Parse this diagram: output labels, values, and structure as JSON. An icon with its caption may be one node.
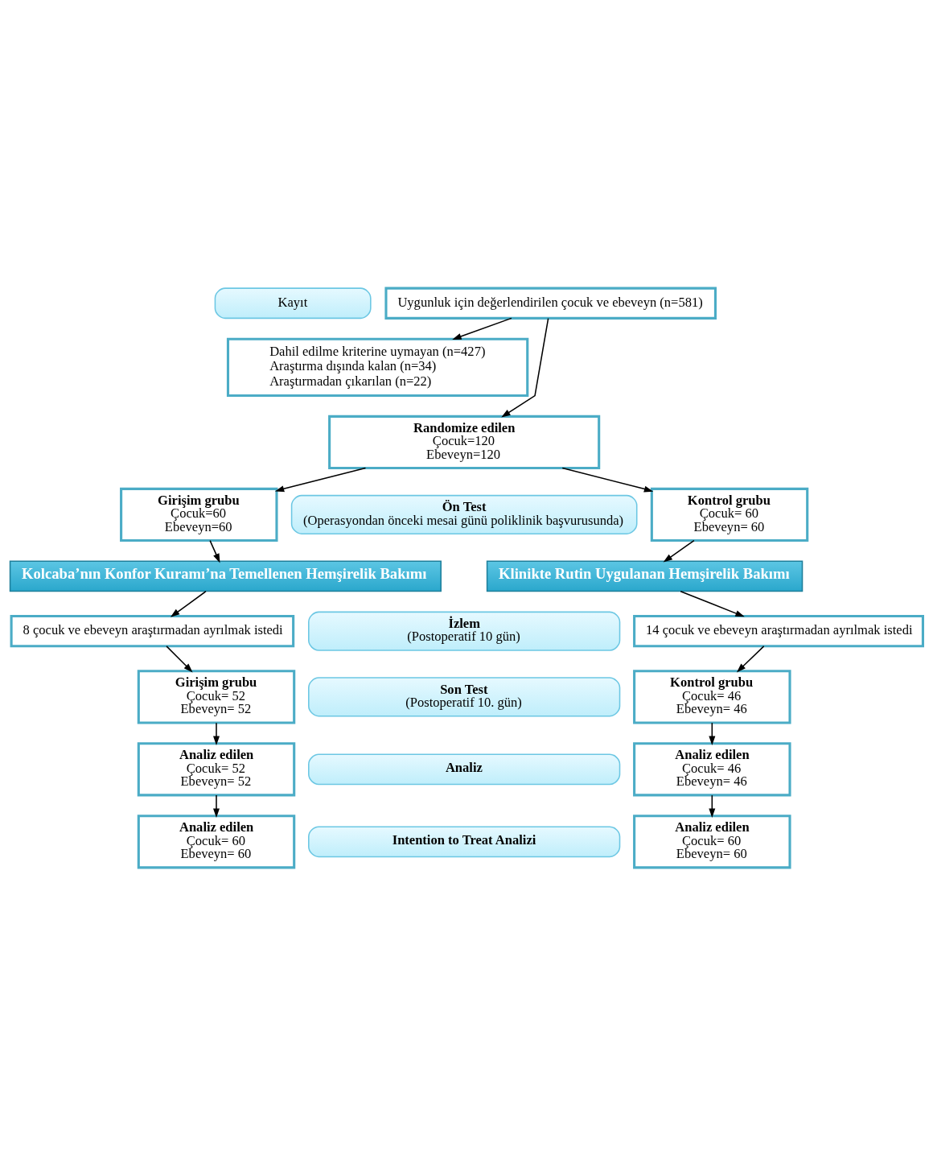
{
  "diagram": {
    "nodes": [
      {
        "text": [
          "Uygunluk için değerlendirilen çocuk ve ebeveyn (n=581)"
        ]
      },
      {
        "text": [
          "Kayıt"
        ]
      },
      {
        "text": [
          "Dahil edilme kriterine uymayan (n=427)",
          "Araştırma dışında kalan (n=34)",
          "Araştırmadan çıkarılan (n=22)"
        ]
      },
      {
        "text": [
          "Randomize edilen",
          "Çocuk=120",
          "Ebeveyn=120"
        ]
      },
      {
        "text": [
          "Girişim grubu",
          "Çocuk=60",
          "Ebeveyn=60"
        ]
      },
      {
        "text": [
          "Ön Test",
          "(Operasyondan önceki mesai günü poliklinik başvurusunda)"
        ]
      },
      {
        "text": [
          "Kontrol grubu",
          "Çocuk= 60",
          "Ebeveyn= 60"
        ]
      },
      {
        "text": [
          "Kolcaba’nın Konfor Kuramı’na Temellenen Hemşirelik Bakımı"
        ]
      },
      {
        "text": [
          "Klinikte Rutin Uygulanan Hemşirelik Bakımı"
        ]
      },
      {
        "text": [
          "8 çocuk ve ebeveyn araştırmadan ayrılmak istedi"
        ]
      },
      {
        "text": [
          "İzlem",
          "(Postoperatif 10 gün)"
        ]
      },
      {
        "text": [
          "14 çocuk ve ebeveyn araştırmadan ayrılmak istedi"
        ]
      },
      {
        "text": [
          "Girişim grubu",
          "Çocuk= 52",
          "Ebeveyn= 52"
        ]
      },
      {
        "text": [
          "Son Test",
          "(Postoperatif 10. gün)"
        ]
      },
      {
        "text": [
          "Kontrol grubu",
          "Çocuk= 46",
          "Ebeveyn= 46"
        ]
      },
      {
        "text": [
          "Analiz edilen",
          "Çocuk= 52",
          "Ebeveyn= 52"
        ]
      },
      {
        "text": [
          "Analiz"
        ]
      },
      {
        "text": [
          "Analiz edilen",
          "Çocuk= 46",
          "Ebeveyn= 46"
        ]
      },
      {
        "text": [
          "Analiz edilen",
          "Çocuk= 60",
          "Ebeveyn= 60"
        ]
      },
      {
        "text": [
          "Intention to Treat Analizi"
        ]
      },
      {
        "text": [
          "Analiz edilen",
          "Çocuk= 60",
          "Ebeveyn= 60"
        ]
      }
    ],
    "edges": [
      {
        "from": 0,
        "to": 2,
        "arrow": "to"
      },
      {
        "from": 0,
        "to": 3,
        "arrow": "to"
      },
      {
        "from": 3,
        "to": 4,
        "arrow": "to"
      },
      {
        "from": 3,
        "to": 6,
        "arrow": "to"
      },
      {
        "from": 4,
        "to": 7,
        "arrow": "to"
      },
      {
        "from": 6,
        "to": 8,
        "arrow": "to"
      },
      {
        "from": 7,
        "to": 9,
        "arrow": "to"
      },
      {
        "from": 8,
        "to": 11,
        "arrow": "to"
      },
      {
        "from": 9,
        "to": 12,
        "arrow": "to"
      },
      {
        "from": 11,
        "to": 14,
        "arrow": "to"
      },
      {
        "from": 12,
        "to": 15,
        "arrow": "to"
      },
      {
        "from": 14,
        "to": 17,
        "arrow": "to"
      },
      {
        "from": 15,
        "to": 18,
        "arrow": "to"
      },
      {
        "from": 17,
        "to": 20,
        "arrow": "to"
      }
    ]
  }
}
